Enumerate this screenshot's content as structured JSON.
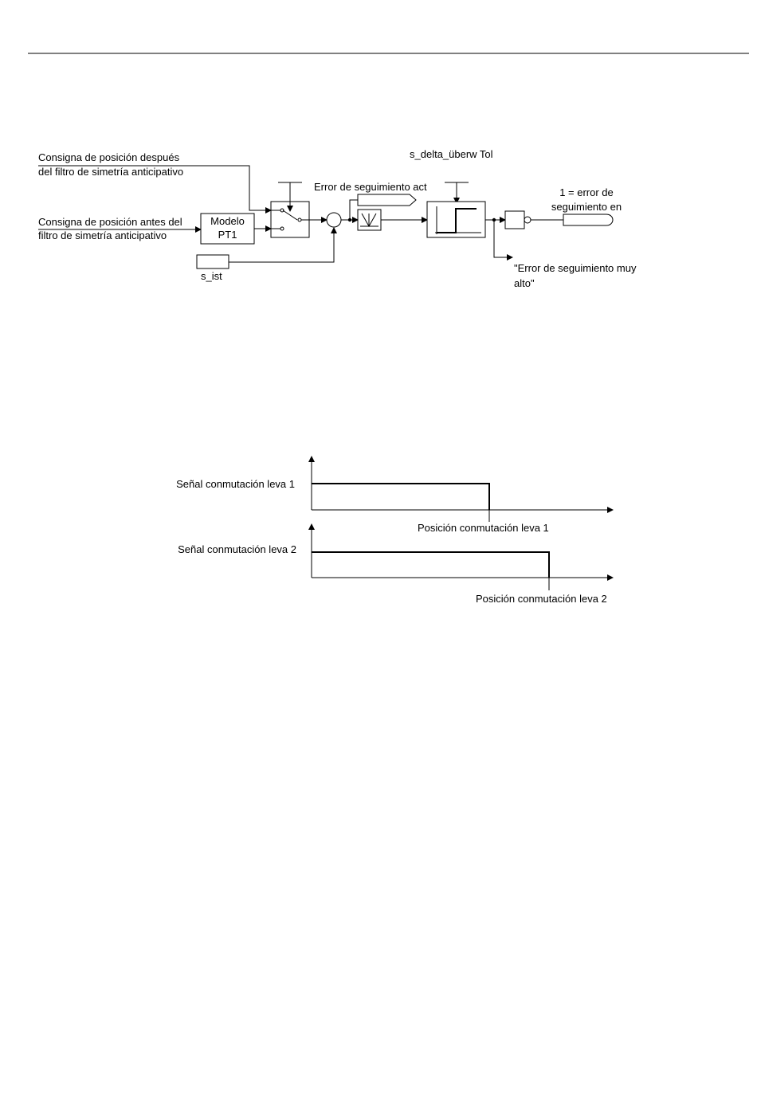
{
  "diagram1": {
    "input_after": {
      "line1": "Consigna de posición después",
      "line2": "del filtro de simetría anticipativo"
    },
    "input_before": {
      "line1": "Consigna de posición antes del",
      "line2": "filtro de simetría anticipativo"
    },
    "pt1_block": {
      "line1": "Modelo",
      "line2": "PT1"
    },
    "actual_position": "s_ist",
    "following_error_act": "Error de seguimiento act",
    "tolerance": "s_delta_überw Tol",
    "output": {
      "line1": "1 = error de",
      "line2": "seguimiento en"
    },
    "message": {
      "line1": "\"Error de seguimiento muy",
      "line2": "alto\""
    }
  },
  "diagram2": {
    "cam1_signal": "Señal conmutación leva 1",
    "cam1_position": "Posición conmutación leva 1",
    "cam2_signal": "Señal conmutación leva 2",
    "cam2_position": "Posición conmutación leva 2"
  }
}
